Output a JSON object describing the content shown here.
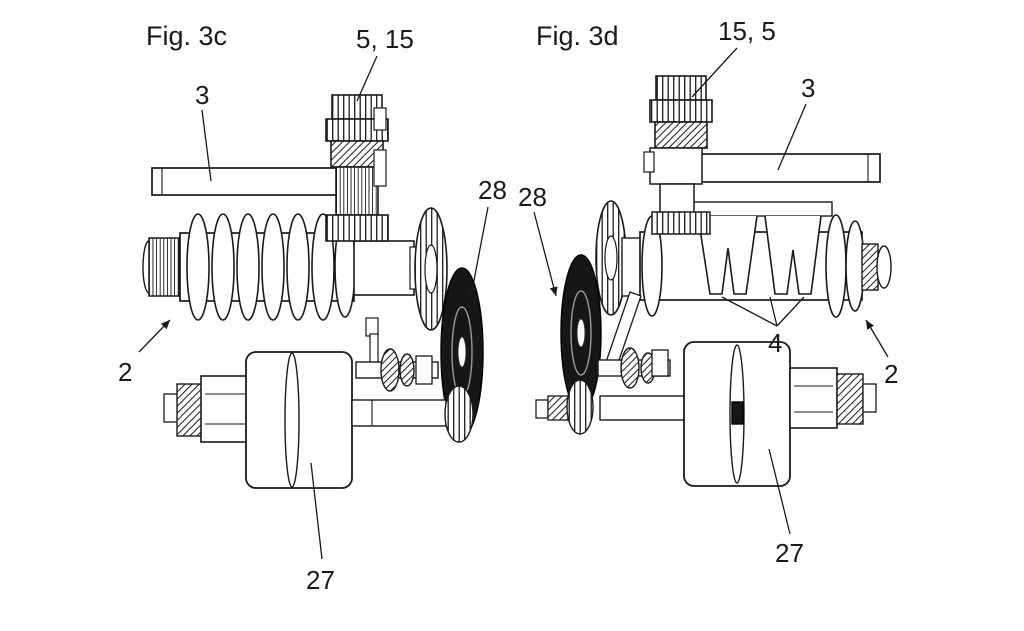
{
  "drawing": {
    "fig3c": {
      "title": "Fig. 3c",
      "labels": {
        "gear_wheel": "5, 15",
        "rod": "3",
        "dark_gear": "28",
        "shaft": "2",
        "motor": "27"
      }
    },
    "fig3d": {
      "title": "Fig. 3d",
      "labels": {
        "gear_wheel": "15, 5",
        "rod": "3",
        "dark_gear": "28",
        "shift_forks": "4",
        "shaft": "2",
        "motor": "27"
      }
    },
    "colors": {
      "ink": "#1a1a1a",
      "paper": "#ffffff",
      "gear_dark": "#161616"
    }
  }
}
